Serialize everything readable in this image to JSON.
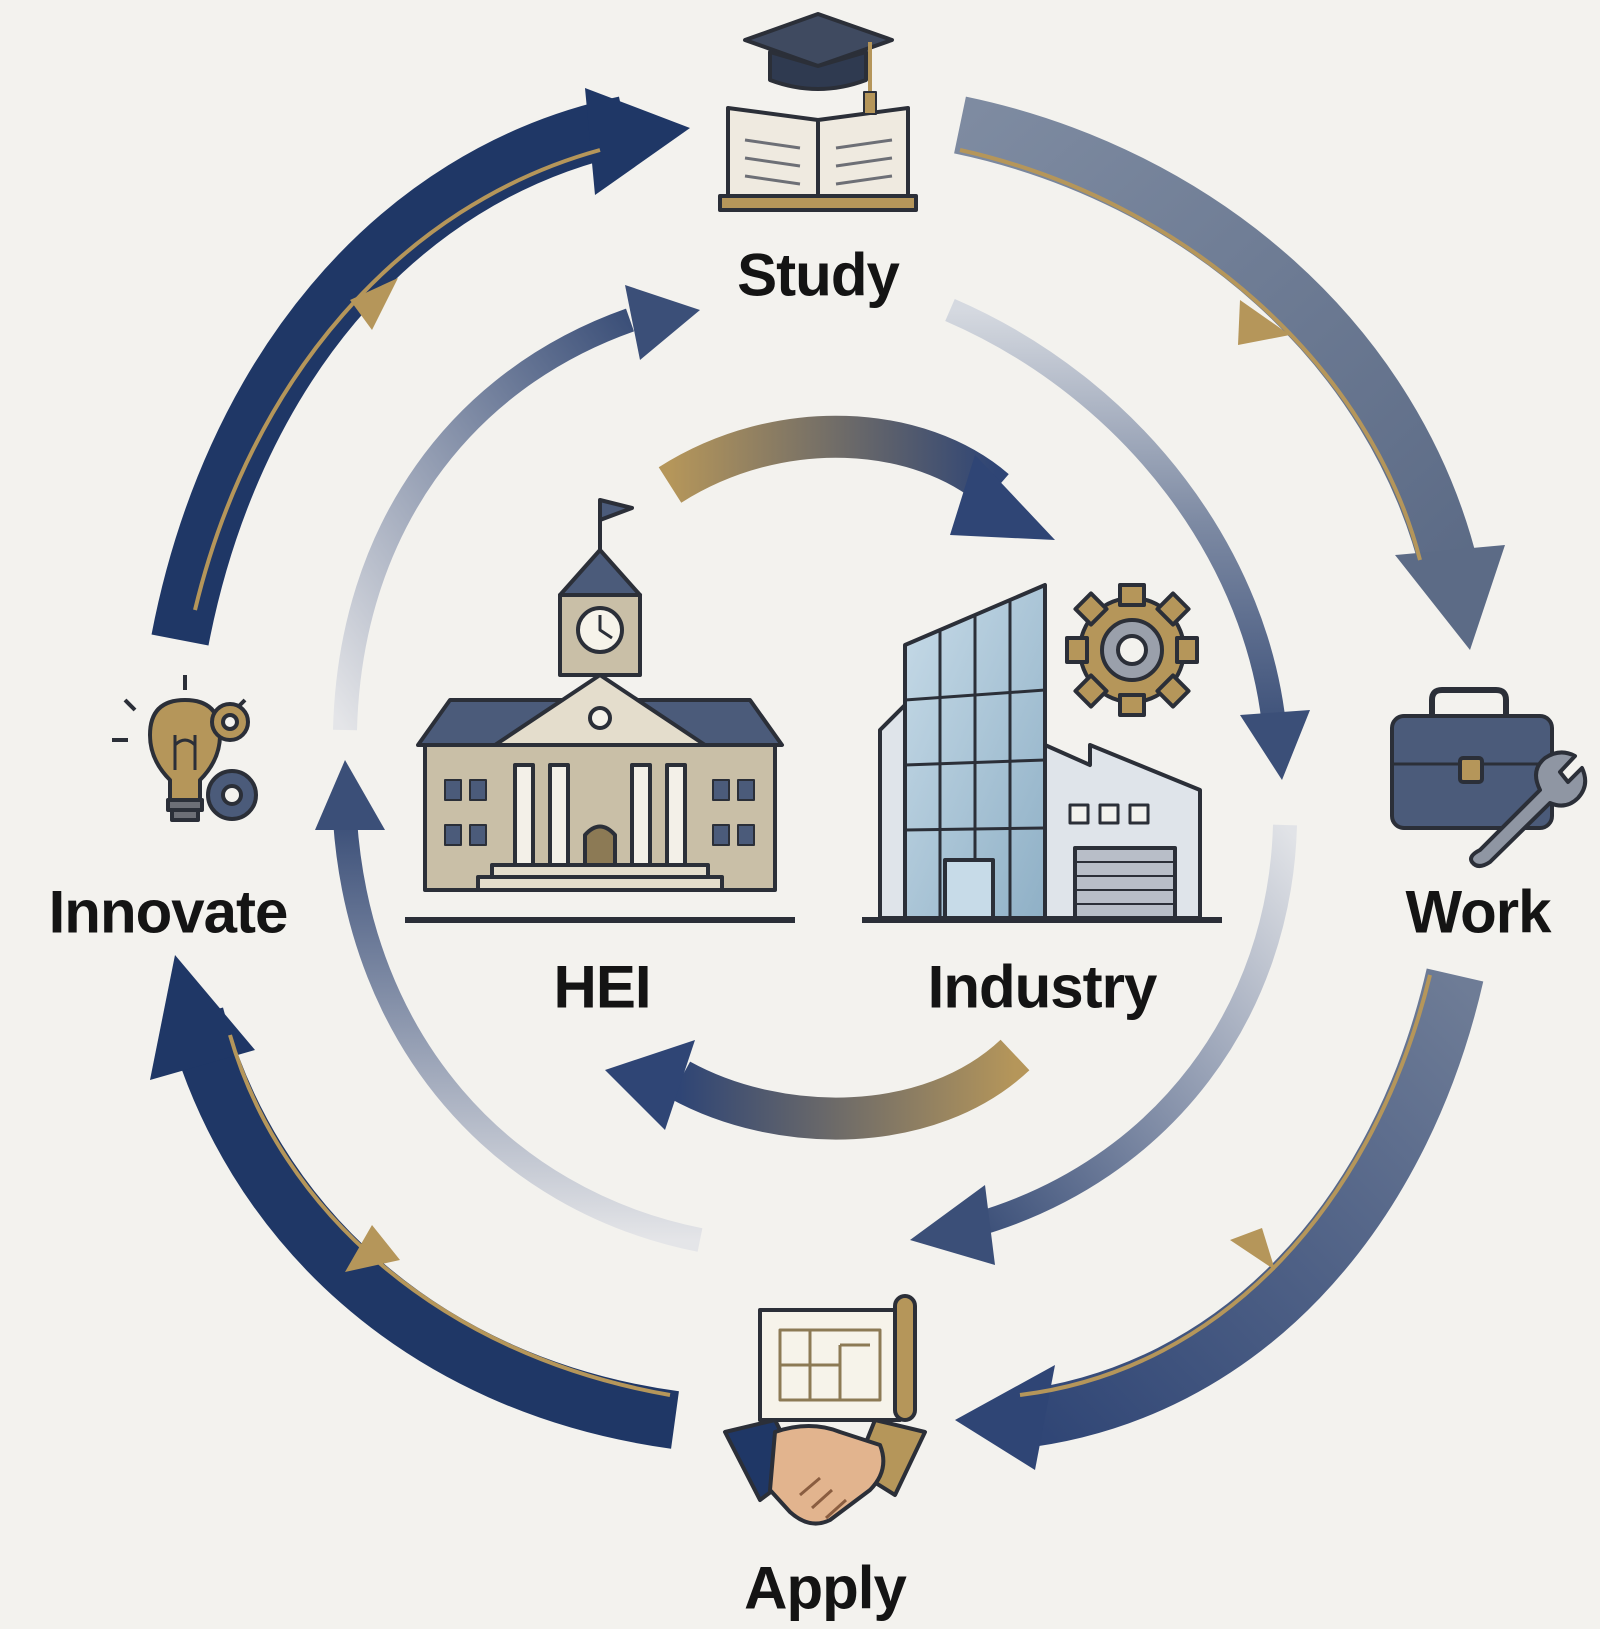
{
  "labels": {
    "study": "Study",
    "work": "Work",
    "apply": "Apply",
    "innovate": "Innovate",
    "hei": "HEI",
    "industry": "Industry"
  },
  "colors": {
    "background": "#f3f2ee",
    "navy": "#1f3766",
    "slate": "#6f7f99",
    "gold": "#b5965a",
    "steel": "#4b5b7a",
    "text": "#141414"
  },
  "icons": {
    "study": "book-graduation-cap-icon",
    "work": "briefcase-wrench-icon",
    "apply": "blueprint-handshake-icon",
    "innovate": "lightbulb-gears-icon",
    "hei": "university-building-icon",
    "industry": "factory-building-icon"
  }
}
